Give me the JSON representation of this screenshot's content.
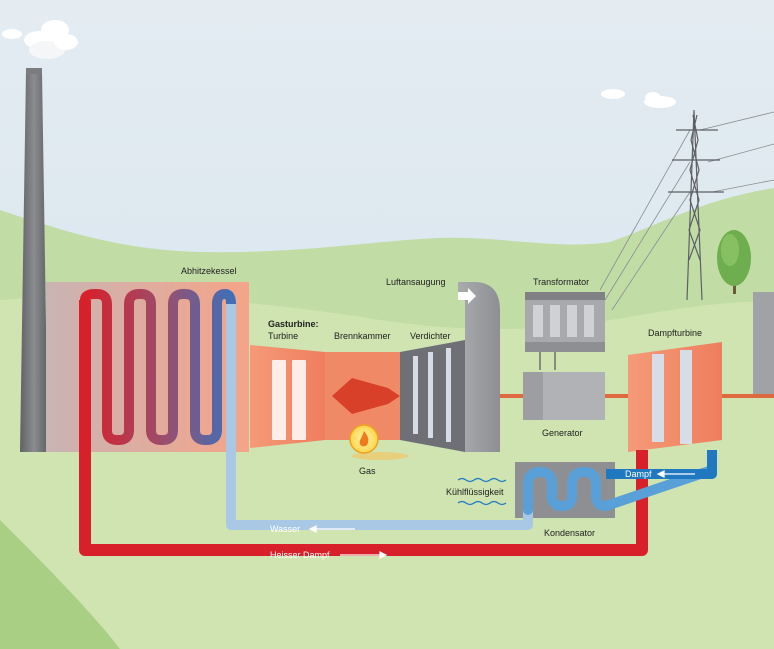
{
  "labels": {
    "heat_recovery_boiler": "Abhitzekessel",
    "gas_turbine": "Gasturbine:",
    "turbine": "Turbine",
    "combustion_chamber": "Brennkammer",
    "compressor": "Verdichter",
    "air_intake": "Luftansaugung",
    "transformer": "Transformator",
    "generator": "Generator",
    "steam_turbine": "Dampfturbine",
    "gas": "Gas",
    "coolant": "Kühlflüssigkeit",
    "condenser": "Kondensator",
    "water": "Wasser",
    "steam": "Dampf",
    "hot_steam": "Heisser Dampf"
  },
  "colors": {
    "sky": "#dfe9f1",
    "hill_far": "#bfd9a4",
    "hill_near": "#c9e0a8",
    "steam_red": "#d8202a",
    "water_blue": "#a8c8e6",
    "steam_blue": "#1f78c0",
    "machine_orange": "#f2876a",
    "boiler_fill": "#f3a58a",
    "machine_grey": "#9c9ea3",
    "stack_grey": "#6f7175",
    "shaft": "#e06a40"
  }
}
